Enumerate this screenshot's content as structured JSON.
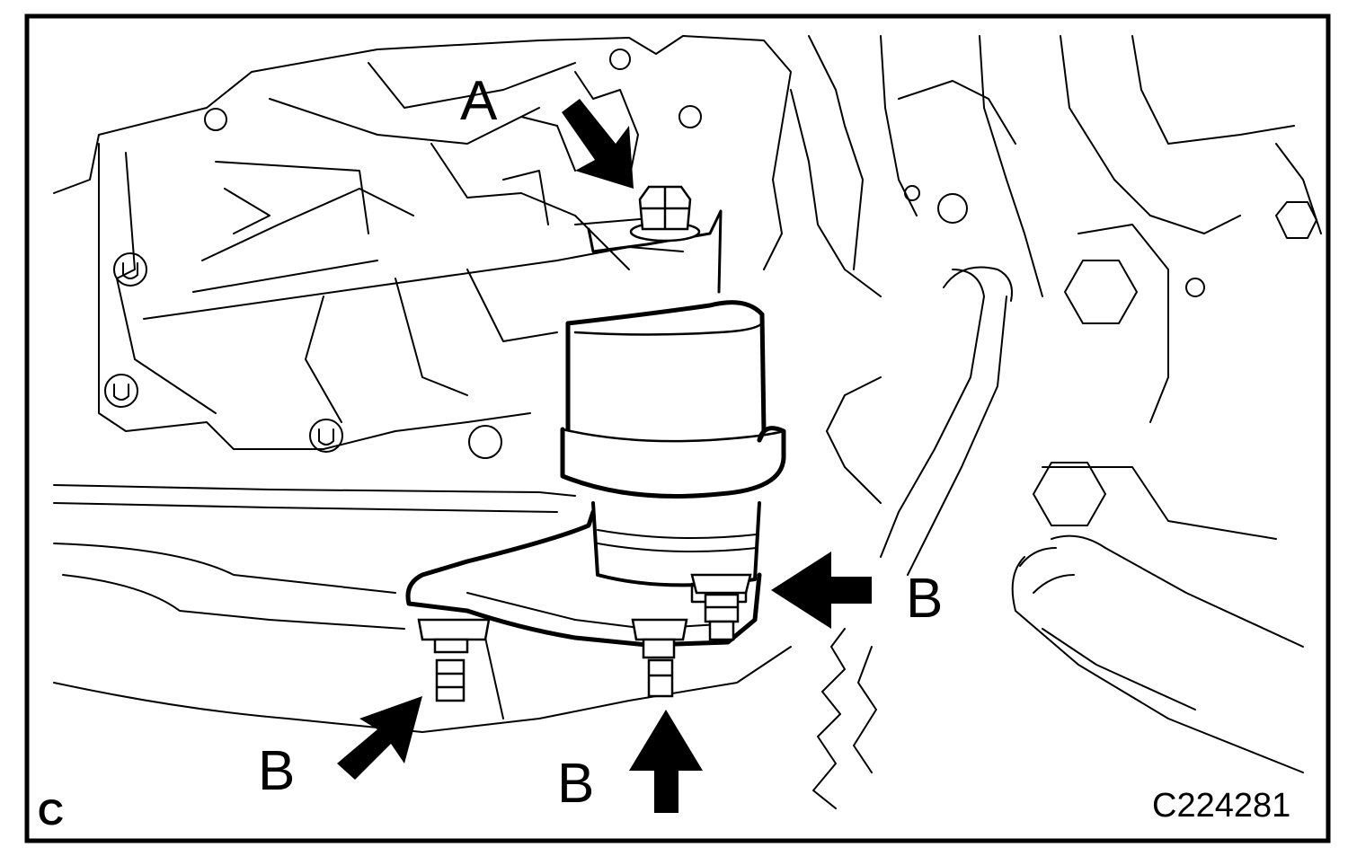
{
  "figure": {
    "callouts": {
      "a": "A",
      "b_right": "B",
      "b_left": "B",
      "b_bottom": "B"
    },
    "corner_mark": "C",
    "illustration_code": "C224281"
  },
  "colors": {
    "line": "#000000",
    "background": "#ffffff"
  }
}
